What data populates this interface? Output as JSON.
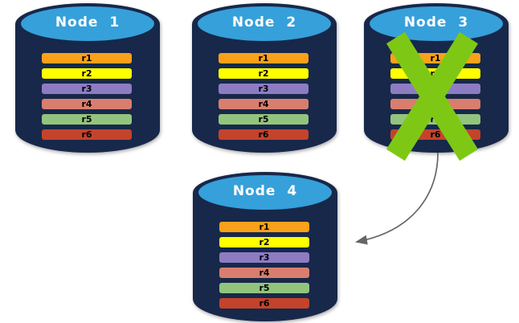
{
  "colors": {
    "background": "#FFFFFF",
    "cylinder_body": "#17284A",
    "cylinder_top": "#36A0DA",
    "title_text": "#FFFFFF",
    "row_text": "#000000",
    "cross": "#7EC815",
    "arrow": "#666666"
  },
  "nodes": [
    {
      "title": "Node 1",
      "crossed_out": false,
      "rows": [
        {
          "label": "r1",
          "color": "#F9A11B"
        },
        {
          "label": "r2",
          "color": "#FFFF00"
        },
        {
          "label": "r3",
          "color": "#8E7CC3"
        },
        {
          "label": "r4",
          "color": "#D97E6E"
        },
        {
          "label": "r5",
          "color": "#93C47D"
        },
        {
          "label": "r6",
          "color": "#C4432B"
        }
      ]
    },
    {
      "title": "Node 2",
      "crossed_out": false,
      "rows": [
        {
          "label": "r1",
          "color": "#F9A11B"
        },
        {
          "label": "r2",
          "color": "#FFFF00"
        },
        {
          "label": "r3",
          "color": "#8E7CC3"
        },
        {
          "label": "r4",
          "color": "#D97E6E"
        },
        {
          "label": "r5",
          "color": "#93C47D"
        },
        {
          "label": "r6",
          "color": "#C4432B"
        }
      ]
    },
    {
      "title": "Node 3",
      "crossed_out": true,
      "rows": [
        {
          "label": "r1",
          "color": "#F9A11B"
        },
        {
          "label": "r2",
          "color": "#FFFF00"
        },
        {
          "label": "r3",
          "color": "#8E7CC3"
        },
        {
          "label": "r4",
          "color": "#D97E6E"
        },
        {
          "label": "r5",
          "color": "#93C47D"
        },
        {
          "label": "r6",
          "color": "#C4432B"
        }
      ]
    },
    {
      "title": "Node 4",
      "crossed_out": false,
      "rows": [
        {
          "label": "r1",
          "color": "#F9A11B"
        },
        {
          "label": "r2",
          "color": "#FFFF00"
        },
        {
          "label": "r3",
          "color": "#8E7CC3"
        },
        {
          "label": "r4",
          "color": "#D97E6E"
        },
        {
          "label": "r5",
          "color": "#93C47D"
        },
        {
          "label": "r6",
          "color": "#C4432B"
        }
      ]
    }
  ],
  "arrow": {
    "from": "Node 3",
    "to": "Node 4",
    "color": "#666666"
  }
}
